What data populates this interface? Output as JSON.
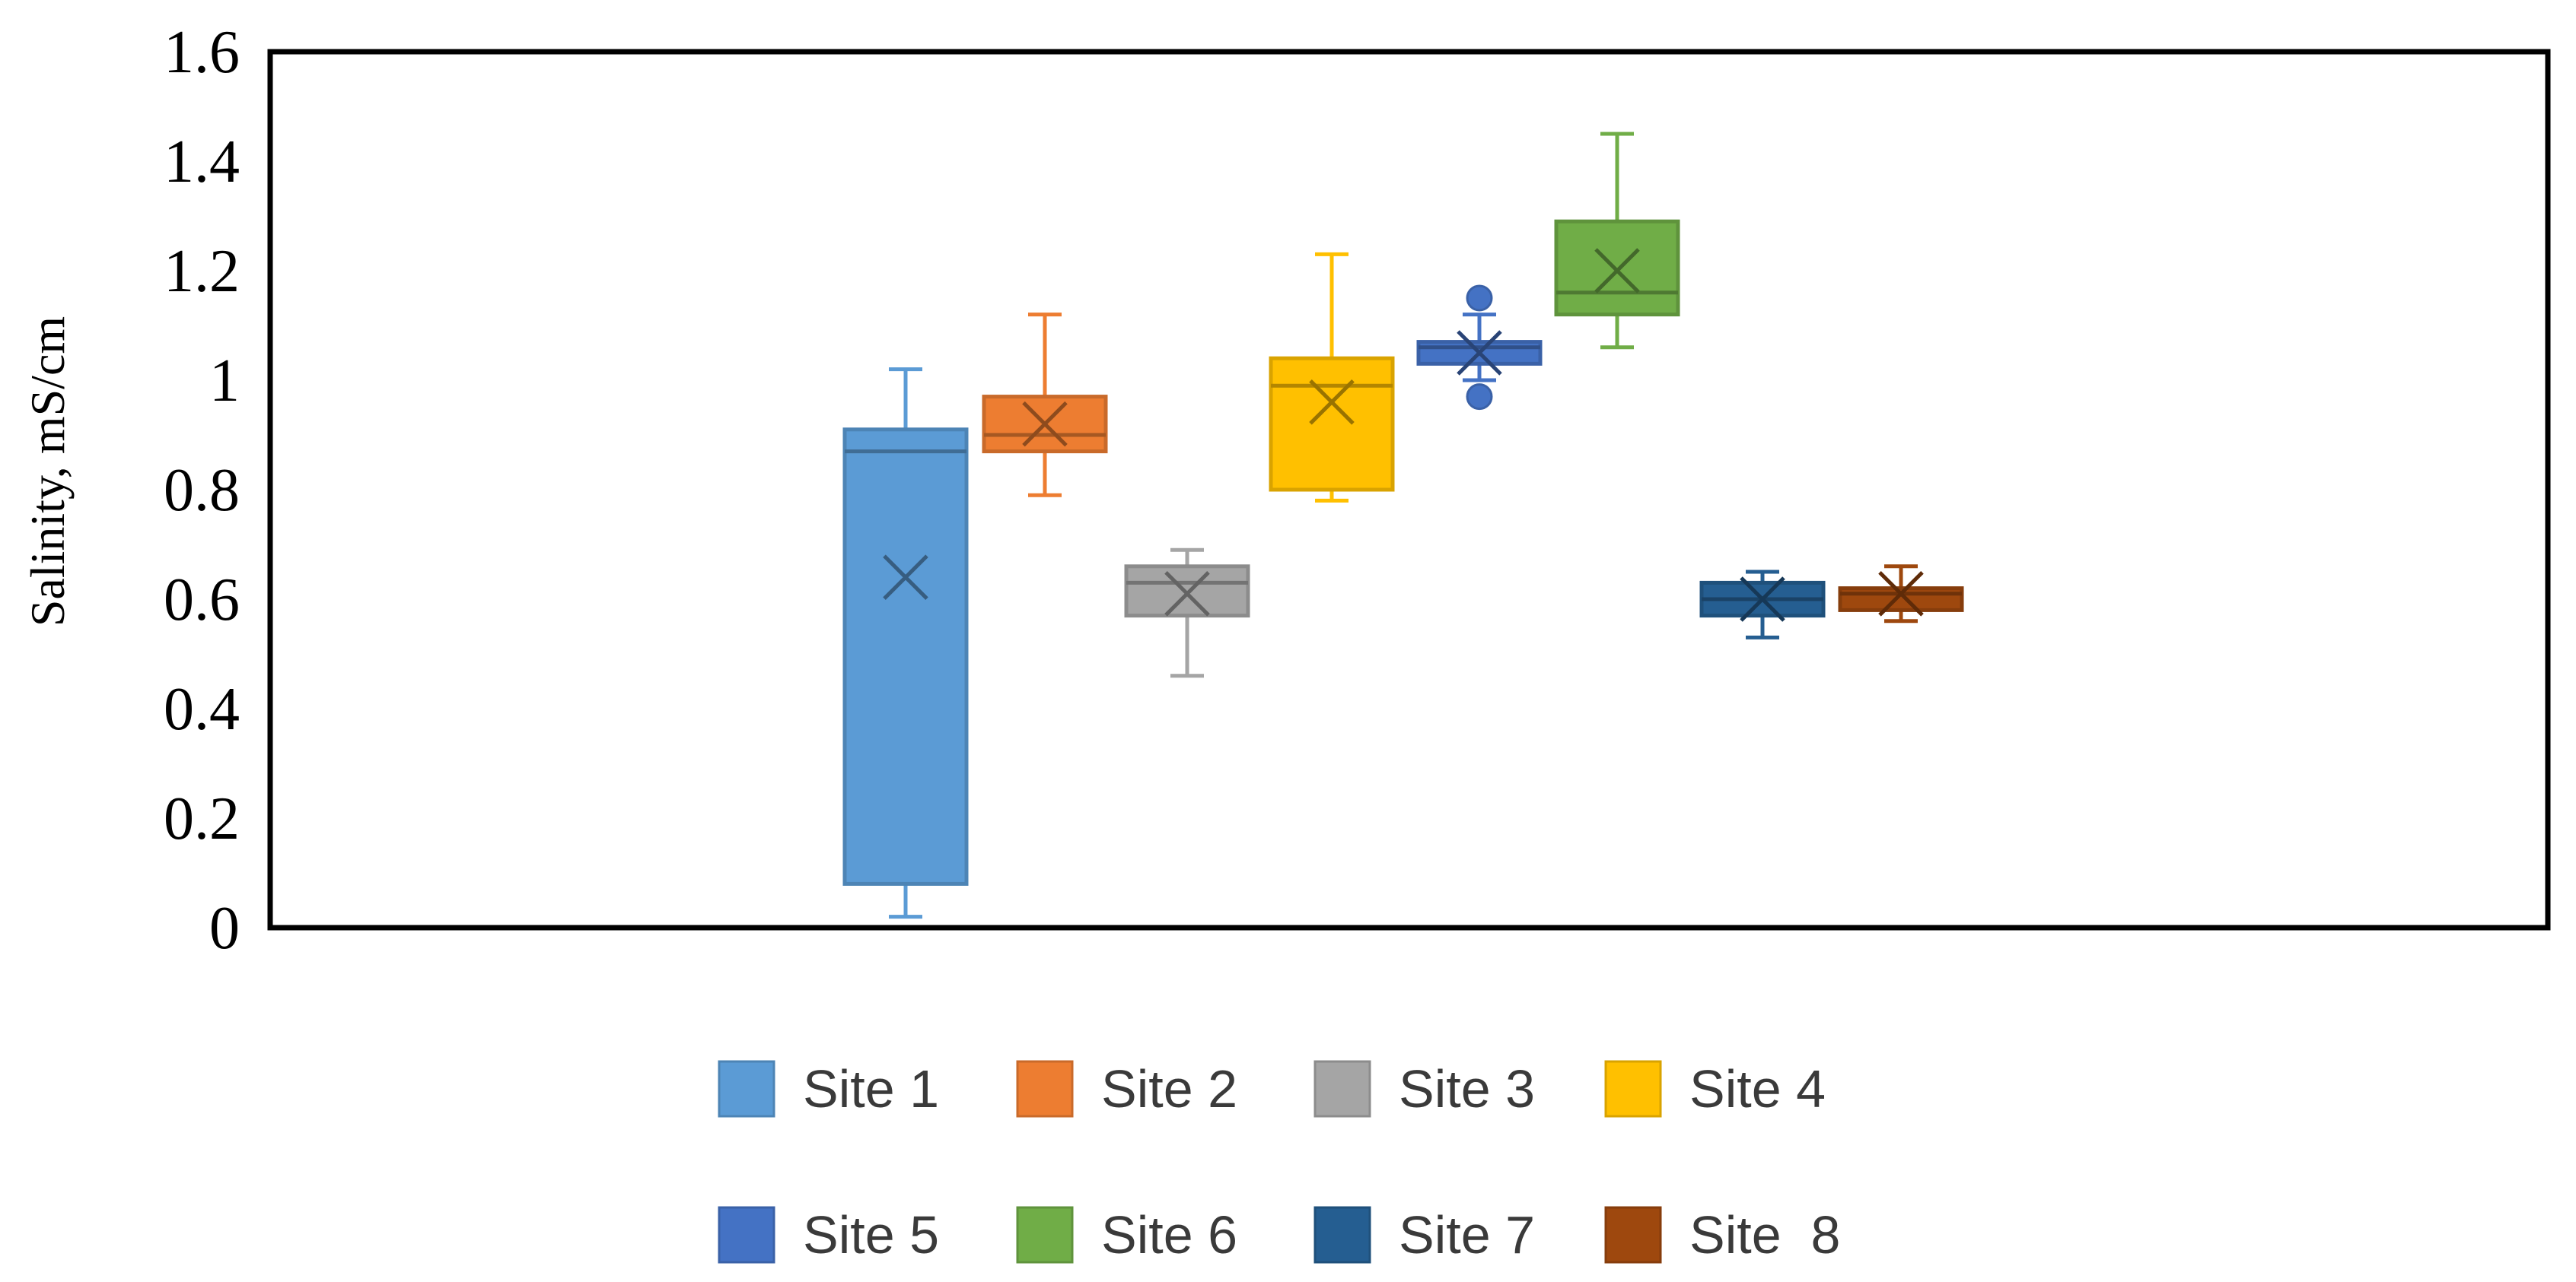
{
  "chart_data": {
    "type": "box",
    "title": "",
    "xlabel": "",
    "ylabel": "Salinity, mS/cm",
    "ylim": [
      0,
      1.6
    ],
    "yticks": [
      0,
      0.2,
      0.4,
      0.6,
      0.8,
      1,
      1.2,
      1.4,
      1.6
    ],
    "ytick_labels": [
      "0",
      "0.2",
      "0.4",
      "0.6",
      "0.8",
      "1",
      "1.2",
      "1.4",
      "1.6"
    ],
    "grid": false,
    "legend_position": "bottom",
    "series": [
      {
        "name": "Site 1",
        "color": "#5B9BD5",
        "min": 0.02,
        "q1": 0.08,
        "median": 0.87,
        "q3": 0.91,
        "max": 1.02,
        "mean": 0.64,
        "outliers": []
      },
      {
        "name": "Site 2",
        "color": "#ED7D31",
        "min": 0.79,
        "q1": 0.87,
        "median": 0.9,
        "q3": 0.97,
        "max": 1.12,
        "mean": 0.92,
        "outliers": []
      },
      {
        "name": "Site 3",
        "color": "#A5A5A5",
        "min": 0.46,
        "q1": 0.57,
        "median": 0.63,
        "q3": 0.66,
        "max": 0.69,
        "mean": 0.61,
        "outliers": []
      },
      {
        "name": "Site 4",
        "color": "#FFC000",
        "min": 0.78,
        "q1": 0.8,
        "median": 0.99,
        "q3": 1.04,
        "max": 1.23,
        "mean": 0.96,
        "outliers": []
      },
      {
        "name": "Site 5",
        "color": "#4472C4",
        "min": 1.0,
        "q1": 1.03,
        "median": 1.06,
        "q3": 1.07,
        "max": 1.12,
        "mean": 1.05,
        "outliers": [
          0.97,
          1.15
        ]
      },
      {
        "name": "Site 6",
        "color": "#70AD47",
        "min": 1.06,
        "q1": 1.12,
        "median": 1.16,
        "q3": 1.29,
        "max": 1.45,
        "mean": 1.2,
        "outliers": []
      },
      {
        "name": "Site 7",
        "color": "#255E91",
        "min": 0.53,
        "q1": 0.57,
        "median": 0.6,
        "q3": 0.63,
        "max": 0.65,
        "mean": 0.6,
        "outliers": []
      },
      {
        "name": "Site  8",
        "color": "#9E480E",
        "min": 0.56,
        "q1": 0.58,
        "median": 0.61,
        "q3": 0.62,
        "max": 0.66,
        "mean": 0.61,
        "outliers": []
      }
    ]
  }
}
